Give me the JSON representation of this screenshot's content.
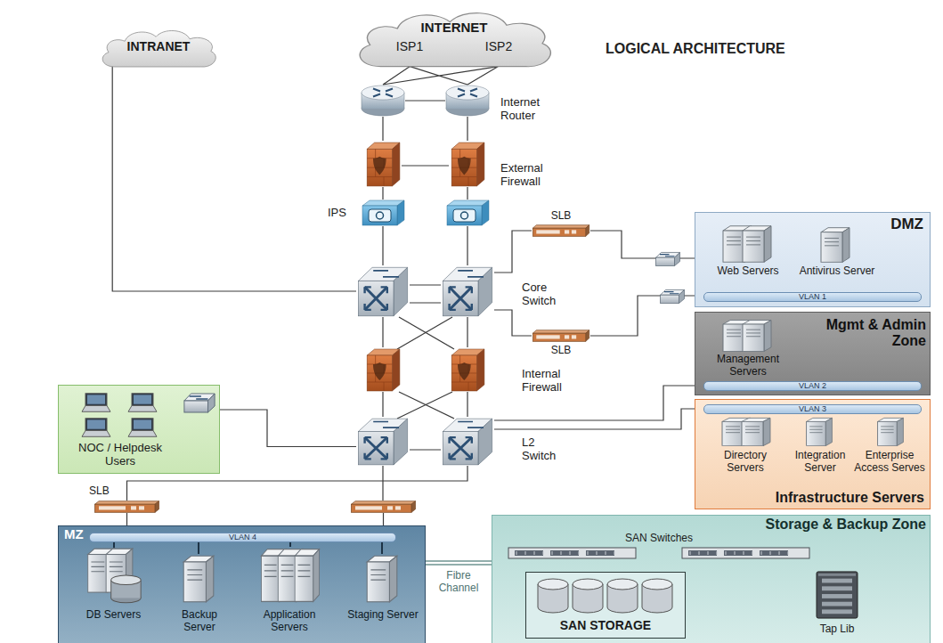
{
  "diagram": {
    "title": "LOGICAL ARCHITECTURE",
    "nodes": [
      {
        "text": [
          "INTRANET"
        ]
      },
      {
        "text": [
          "INTERNET",
          "ISP1",
          "ISP2"
        ]
      },
      {
        "text": [
          "Internet Router"
        ]
      },
      {
        "text": [
          "External Firewall"
        ]
      },
      {
        "text": [
          "IPS"
        ]
      },
      {
        "text": [
          "SLB"
        ]
      },
      {
        "text": [
          "Core Switch"
        ]
      },
      {
        "text": [
          "SLB"
        ]
      },
      {
        "text": [
          "Internal Firewall"
        ]
      },
      {
        "text": [
          "L2 Switch"
        ]
      },
      {
        "text": [
          "NOC / Helpdesk Users"
        ]
      },
      {
        "text": [
          "SLB"
        ]
      },
      {
        "text": [
          "DMZ"
        ]
      },
      {
        "text": [
          "Web Servers"
        ],
        "in": 12
      },
      {
        "text": [
          "Antivirus Server"
        ],
        "in": 12
      },
      {
        "text": [
          "VLAN 1"
        ],
        "in": 12
      },
      {
        "text": [
          "Mgmt & Admin Zone"
        ]
      },
      {
        "text": [
          "Management Servers"
        ],
        "in": 16
      },
      {
        "text": [
          "VLAN 2"
        ],
        "in": 16
      },
      {
        "text": [
          "Infrastructure Servers"
        ]
      },
      {
        "text": [
          "VLAN 3"
        ],
        "in": 19
      },
      {
        "text": [
          "Directory Servers"
        ],
        "in": 19
      },
      {
        "text": [
          "Integration Server"
        ],
        "in": 19
      },
      {
        "text": [
          "Enterprise Access Serves"
        ],
        "in": 19
      },
      {
        "text": [
          "MZ"
        ]
      },
      {
        "text": [
          "VLAN 4"
        ],
        "in": 24
      },
      {
        "text": [
          "DB Servers"
        ],
        "in": 24
      },
      {
        "text": [
          "Backup Server"
        ],
        "in": 24
      },
      {
        "text": [
          "Application Servers"
        ],
        "in": 24
      },
      {
        "text": [
          "Staging Server"
        ],
        "in": 24
      },
      {
        "text": [
          "Storage & Backup Zone"
        ]
      },
      {
        "text": [
          "SAN Switches"
        ],
        "in": 30
      },
      {
        "text": [
          "SAN STORAGE"
        ],
        "in": 30
      },
      {
        "text": [
          "Tap Lib"
        ],
        "in": 30
      }
    ],
    "edges": [
      {
        "from": 1,
        "to": 2,
        "arrow": "none"
      },
      {
        "from": 2,
        "to": 3,
        "arrow": "none"
      },
      {
        "from": 3,
        "to": 4,
        "arrow": "none"
      },
      {
        "from": 4,
        "to": 6,
        "arrow": "none"
      },
      {
        "from": 6,
        "to": 5,
        "arrow": "none"
      },
      {
        "from": 6,
        "to": 7,
        "arrow": "none"
      },
      {
        "from": 5,
        "to": 12,
        "arrow": "none"
      },
      {
        "from": 7,
        "to": 12,
        "arrow": "none"
      },
      {
        "from": 0,
        "to": 6,
        "arrow": "none"
      },
      {
        "from": 6,
        "to": 8,
        "arrow": "none"
      },
      {
        "from": 8,
        "to": 9,
        "arrow": "none"
      },
      {
        "from": 9,
        "to": 10,
        "arrow": "none"
      },
      {
        "from": 9,
        "to": 16,
        "arrow": "none"
      },
      {
        "from": 9,
        "to": 19,
        "arrow": "none"
      },
      {
        "from": 9,
        "to": 11,
        "arrow": "none"
      },
      {
        "from": 11,
        "to": 24,
        "arrow": "none"
      },
      {
        "from": 24,
        "to": 30,
        "label": "Fibre Channel",
        "arrow": "none"
      },
      {
        "from": 31,
        "to": 32,
        "arrow": "none"
      },
      {
        "from": 31,
        "to": 33,
        "arrow": "none"
      }
    ]
  }
}
